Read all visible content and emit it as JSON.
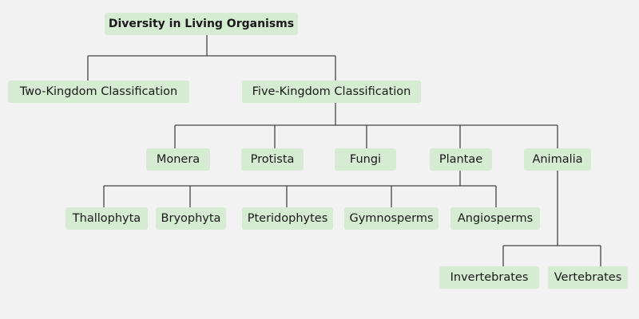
{
  "diagram": {
    "root": "Diversity in Living Organisms",
    "classifications": {
      "two_kingdom": "Two-Kingdom Classification",
      "five_kingdom": "Five-Kingdom Classification"
    },
    "kingdoms": {
      "monera": "Monera",
      "protista": "Protista",
      "fungi": "Fungi",
      "plantae": "Plantae",
      "animalia": "Animalia"
    },
    "plant_divisions": {
      "thallophyta": "Thallophyta",
      "bryophyta": "Bryophyta",
      "pteridophytes": "Pteridophytes",
      "gymnosperms": "Gymnosperms",
      "angiosperms": "Angiosperms"
    },
    "animal_groups": {
      "invertebrates": "Invertebrates",
      "vertebrates": "Vertebrates"
    },
    "colors": {
      "background": "#f2f2f2",
      "node_fill": "#d6ecd2",
      "connector": "#444444",
      "text": "#1a1a1a"
    }
  }
}
